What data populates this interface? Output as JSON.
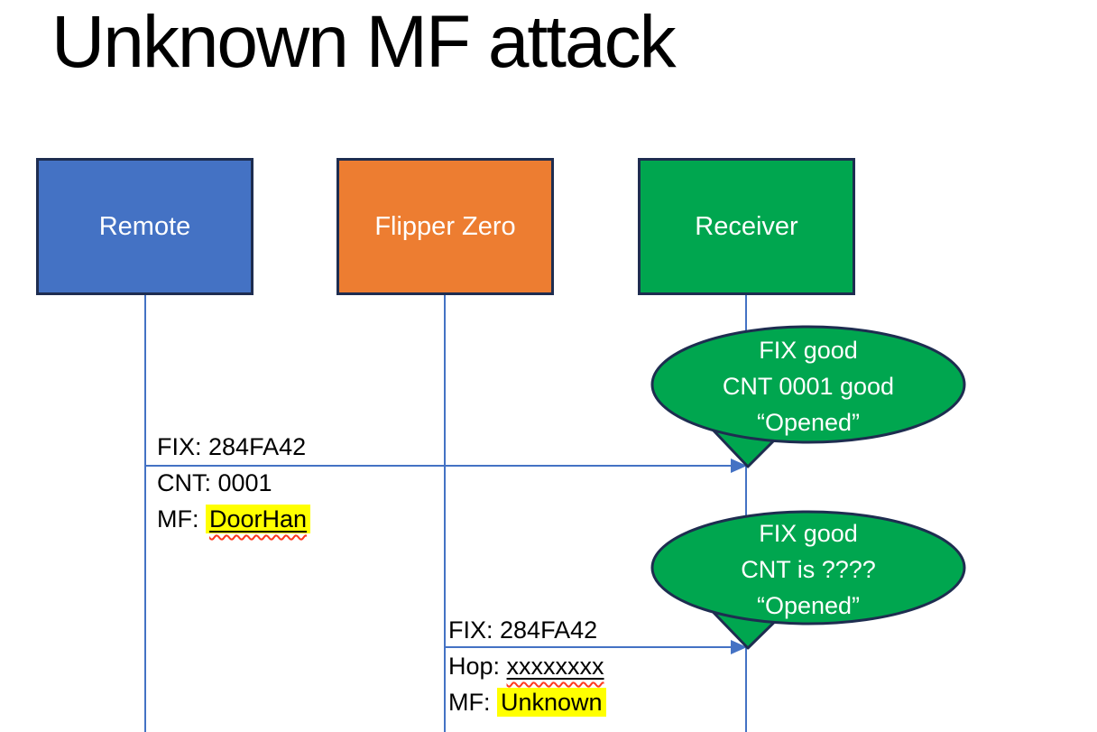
{
  "title": "Unknown MF attack",
  "actors": [
    {
      "label": "Remote"
    },
    {
      "label": "Flipper Zero"
    },
    {
      "label": "Receiver"
    }
  ],
  "messages": [
    {
      "from": "Remote",
      "to": "Receiver",
      "lines": [
        {
          "prefix": "FIX: ",
          "value": "284FA42"
        },
        {
          "prefix": "CNT: ",
          "value": "0001"
        },
        {
          "prefix": "MF: ",
          "value": "DoorHan"
        }
      ]
    },
    {
      "from": "Flipper Zero",
      "to": "Receiver",
      "lines": [
        {
          "prefix": "FIX: ",
          "value": "284FA42"
        },
        {
          "prefix": "Hop: ",
          "value": "xxxxxxxx"
        },
        {
          "prefix": "MF: ",
          "value": "Unknown"
        }
      ]
    }
  ],
  "bubbles": [
    {
      "lines": [
        "FIX good",
        "CNT 0001 good",
        "“Opened”"
      ]
    },
    {
      "lines": [
        "FIX good",
        "CNT is ????",
        "“Opened”"
      ]
    }
  ],
  "colors": {
    "remote_fill": "#4472c4",
    "flipper_fill": "#ed7d31",
    "receiver_fill": "#00a64f",
    "bubble_fill": "#00a64f",
    "shape_border": "#1e2d50",
    "connector_blue": "#4472c4",
    "highlight_yellow": "#ffff00",
    "spellcheck_red": "#ff3a1e",
    "title_color": "#000000"
  }
}
